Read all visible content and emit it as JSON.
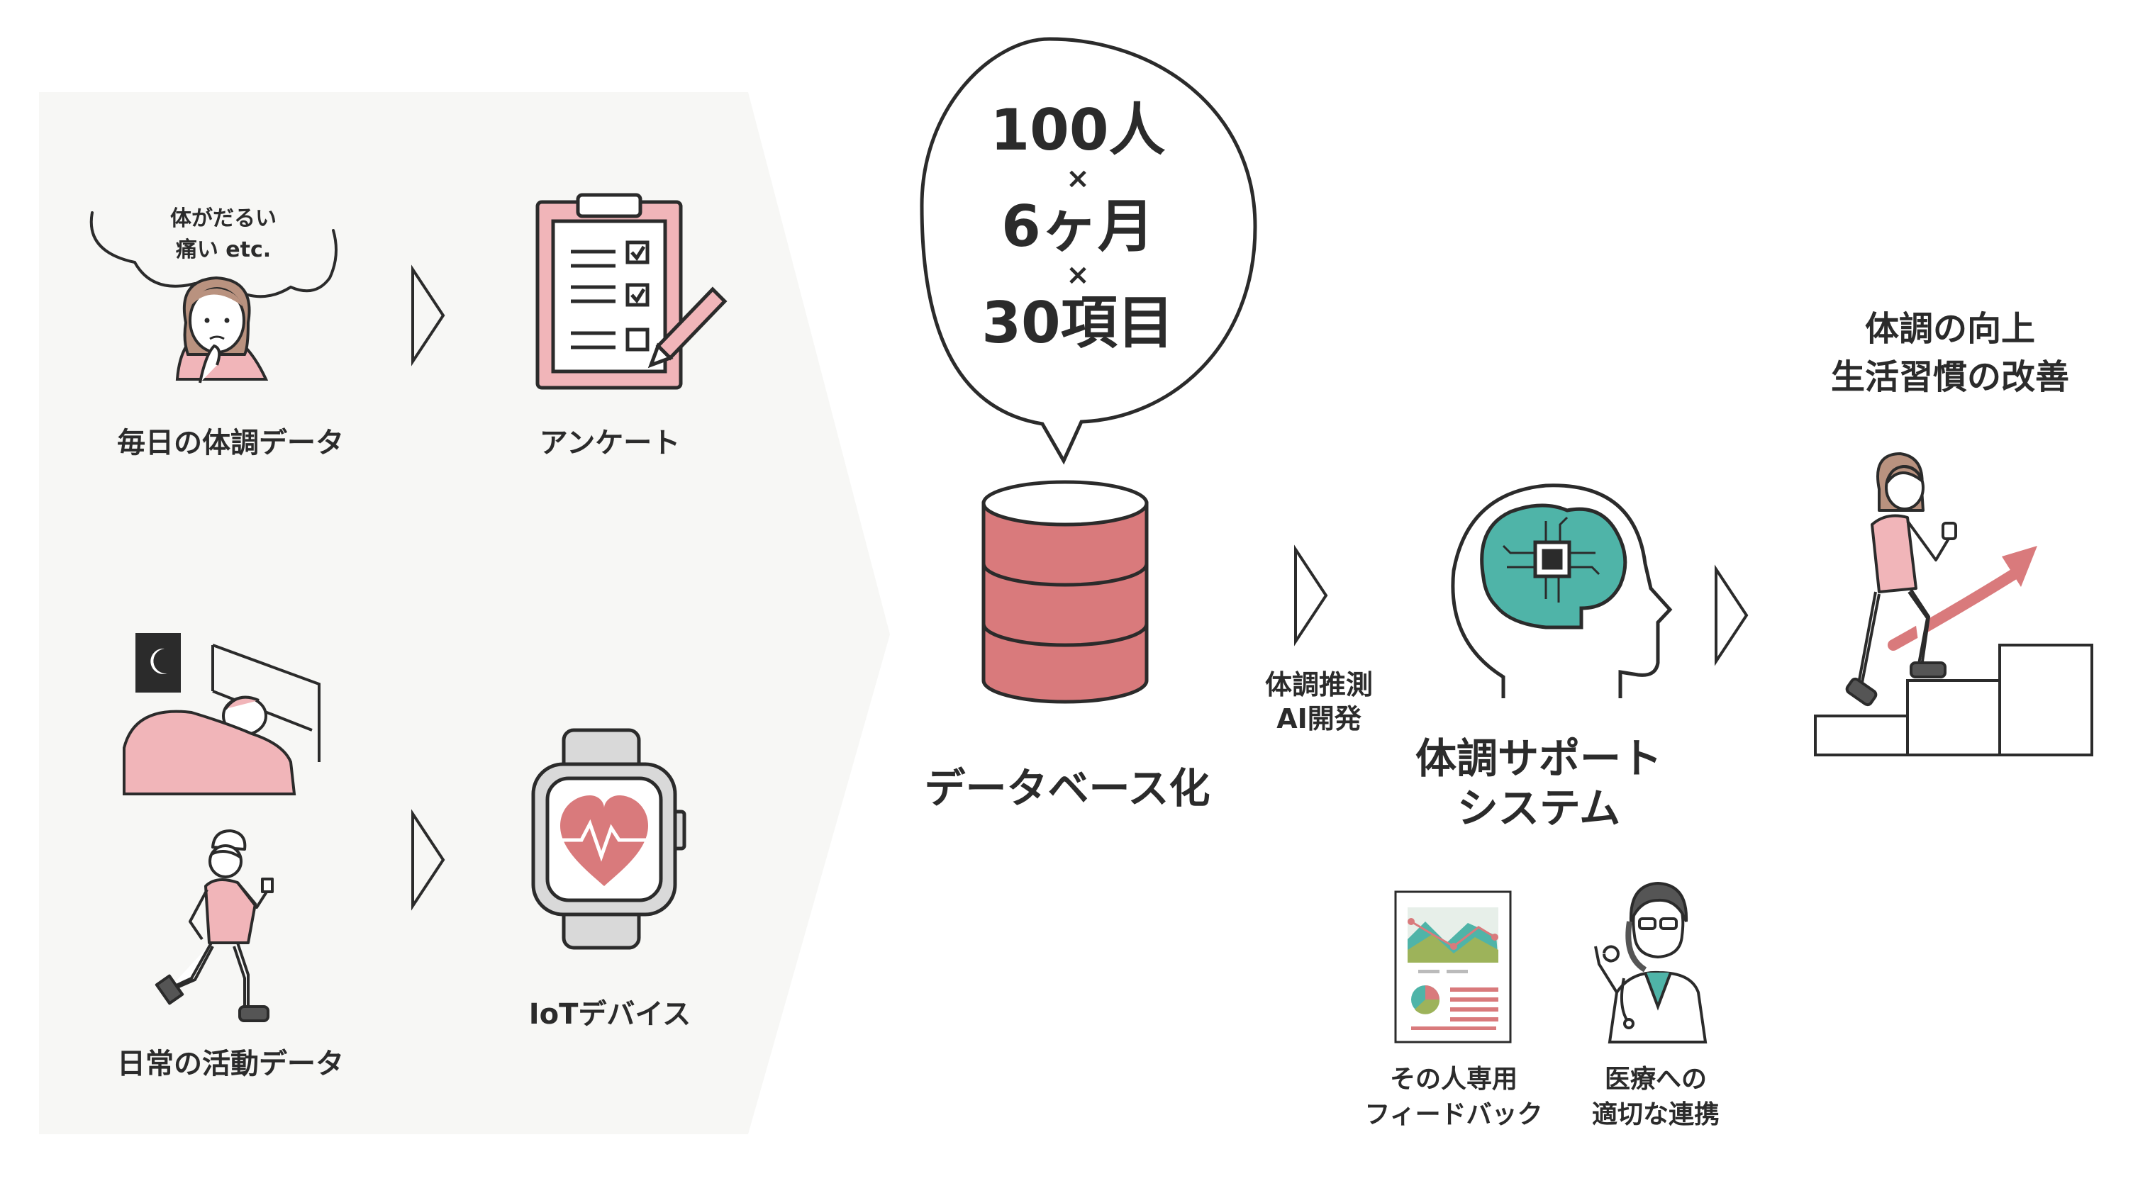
{
  "inputs": {
    "thought_line1": "体がだるい",
    "thought_line2": "痛い etc.",
    "daily_condition_label": "毎日の体調データ",
    "questionnaire_label": "アンケート",
    "daily_activity_label": "日常の活動データ",
    "iot_label": "IoTデバイス"
  },
  "bubble": {
    "line1": "100人",
    "times1": "×",
    "line2": "6ヶ月",
    "times2": "×",
    "line3": "30項目"
  },
  "database": {
    "label": "データベース化"
  },
  "ai": {
    "line1": "体調推測",
    "line2": "AI開発"
  },
  "system": {
    "line1": "体調サポート",
    "line2": "システム"
  },
  "outputs": {
    "feedback_line1": "その人専用",
    "feedback_line2": "フィードバック",
    "medical_line1": "医療への",
    "medical_line2": "適切な連携"
  },
  "goal": {
    "line1": "体調の向上",
    "line2": "生活習慣の改善"
  },
  "colors": {
    "accent_pink": "#d97a7c",
    "light_pink": "#f1b5b9",
    "panel_bg": "#f7f7f5",
    "brain_teal": "#4fb4a8",
    "outline": "#2b2b2b"
  }
}
